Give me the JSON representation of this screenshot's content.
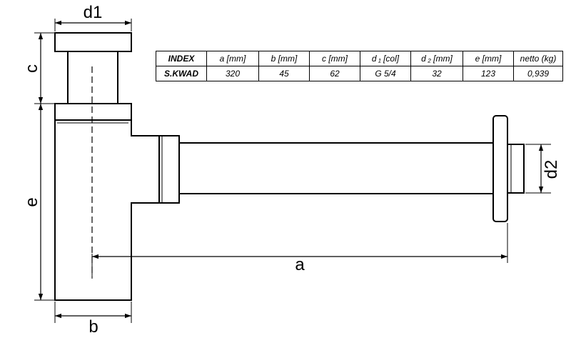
{
  "dimensions": {
    "d1": "d1",
    "c": "c",
    "e": "e",
    "b": "b",
    "a": "a",
    "d2": "d2"
  },
  "spec_table": {
    "headers": [
      "INDEX",
      "a [mm]",
      "b [mm]",
      "c [mm]",
      "d ₁ [col]",
      "d ₂ [mm]",
      "e [mm]",
      "netto (kg)"
    ],
    "rows": [
      [
        "S.KWAD",
        "320",
        "45",
        "62",
        "G 5/4",
        "32",
        "123",
        "0,939"
      ]
    ]
  }
}
